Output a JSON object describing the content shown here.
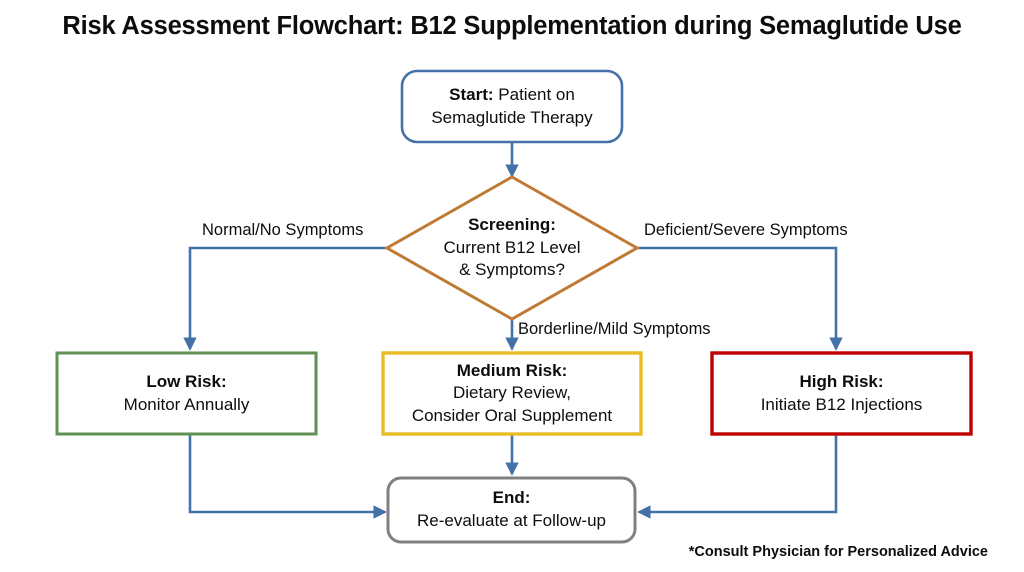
{
  "title": "Risk Assessment Flowchart: B12 Supplementation during Semaglutide Use",
  "footnote": "*Consult Physician for Personalized Advice",
  "colors": {
    "start_border": "#4472a8",
    "decision_border": "#c07a33",
    "low_border": "#5e9153",
    "medium_border": "#e8bc24",
    "high_border": "#c00000",
    "end_border": "#808080",
    "connector": "#4472a8",
    "text": "#0d0d0d",
    "background": "#ffffff"
  },
  "nodes": {
    "start": {
      "shape": "rounded-rectangle",
      "label_bold": "Start:",
      "label_rest": " Patient on",
      "line2": "Semaglutide Therapy"
    },
    "decision": {
      "shape": "diamond",
      "label_bold": "Screening:",
      "line2": "Current B12 Level",
      "line3": "& Symptoms?"
    },
    "low_risk": {
      "shape": "rectangle",
      "label_bold": "Low Risk:",
      "line2": "Monitor Annually"
    },
    "medium_risk": {
      "shape": "rectangle",
      "label_bold": "Medium Risk:",
      "line2": "Dietary Review,",
      "line3": "Consider Oral Supplement"
    },
    "high_risk": {
      "shape": "rectangle",
      "label_bold": "High Risk:",
      "line2": "Initiate B12 Injections"
    },
    "end": {
      "shape": "rounded-rectangle",
      "label_bold": "End:",
      "line2": "Re-evaluate at Follow-up"
    }
  },
  "edges": {
    "left_label": "Normal/No Symptoms",
    "middle_label": "Borderline/Mild Symptoms",
    "right_label": "Deficient/Severe Symptoms"
  },
  "chart_data": {
    "type": "flowchart",
    "title": "Risk Assessment Flowchart: B12 Supplementation during Semaglutide Use",
    "nodes": [
      {
        "id": "start",
        "text": "Start: Patient on Semaglutide Therapy",
        "shape": "rounded-rectangle",
        "color": "#4472a8"
      },
      {
        "id": "decision",
        "text": "Screening: Current B12 Level & Symptoms?",
        "shape": "diamond",
        "color": "#c07a33"
      },
      {
        "id": "low_risk",
        "text": "Low Risk: Monitor Annually",
        "shape": "rectangle",
        "color": "#5e9153"
      },
      {
        "id": "medium_risk",
        "text": "Medium Risk: Dietary Review, Consider Oral Supplement",
        "shape": "rectangle",
        "color": "#e8bc24"
      },
      {
        "id": "high_risk",
        "text": "High Risk: Initiate B12 Injections",
        "shape": "rectangle",
        "color": "#c00000"
      },
      {
        "id": "end",
        "text": "End: Re-evaluate at Follow-up",
        "shape": "rounded-rectangle",
        "color": "#808080"
      }
    ],
    "links": [
      {
        "from": "start",
        "to": "decision",
        "label": ""
      },
      {
        "from": "decision",
        "to": "low_risk",
        "label": "Normal/No Symptoms"
      },
      {
        "from": "decision",
        "to": "medium_risk",
        "label": "Borderline/Mild Symptoms"
      },
      {
        "from": "decision",
        "to": "high_risk",
        "label": "Deficient/Severe Symptoms"
      },
      {
        "from": "low_risk",
        "to": "end",
        "label": ""
      },
      {
        "from": "medium_risk",
        "to": "end",
        "label": ""
      },
      {
        "from": "high_risk",
        "to": "end",
        "label": ""
      }
    ],
    "annotations": [
      "*Consult Physician for Personalized Advice"
    ]
  }
}
